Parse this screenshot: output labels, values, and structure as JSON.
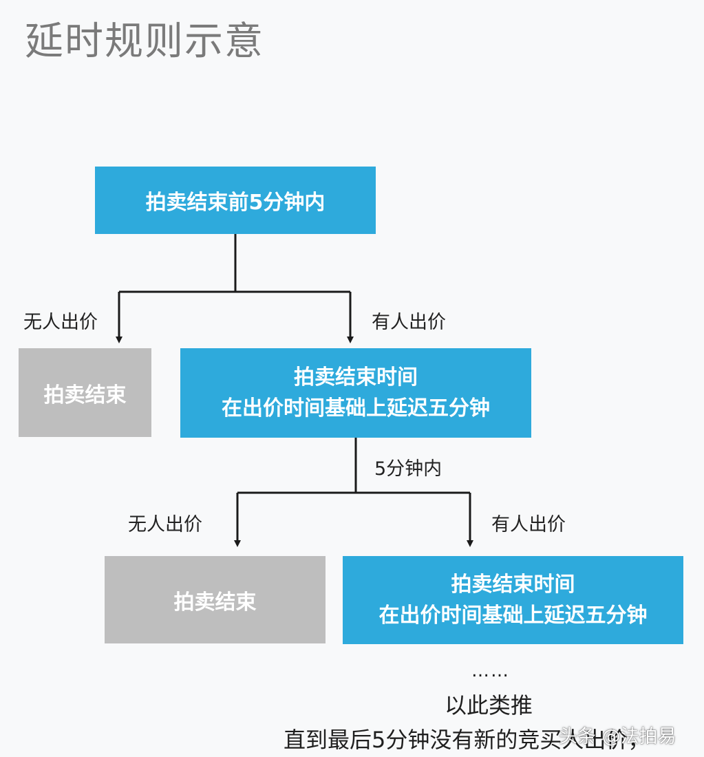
{
  "title": "延时规则示意",
  "nodes": {
    "start": {
      "text": "拍卖结束前5分钟内"
    },
    "end1": {
      "text": "拍卖结束"
    },
    "extend1": {
      "line1": "拍卖结束时间",
      "line2": "在出价时间基础上延迟五分钟"
    },
    "end2": {
      "text": "拍卖结束"
    },
    "extend2": {
      "line1": "拍卖结束时间",
      "line2": "在出价时间基础上延迟五分钟"
    }
  },
  "edges": {
    "no_bid_1": "无人出价",
    "bid_1": "有人出价",
    "within_5min": "5分钟内",
    "no_bid_2": "无人出价",
    "bid_2": "有人出价"
  },
  "footer": {
    "ellipsis": "……",
    "line1": "以此类推",
    "line2": "直到最后5分钟没有新的竞买人出价，"
  },
  "watermark": "头条 @法拍易",
  "colors": {
    "blue_box": "#2eaadc",
    "gray_box": "#bebebe",
    "title": "#7a7a7a",
    "connector": "#1a1a1a"
  }
}
